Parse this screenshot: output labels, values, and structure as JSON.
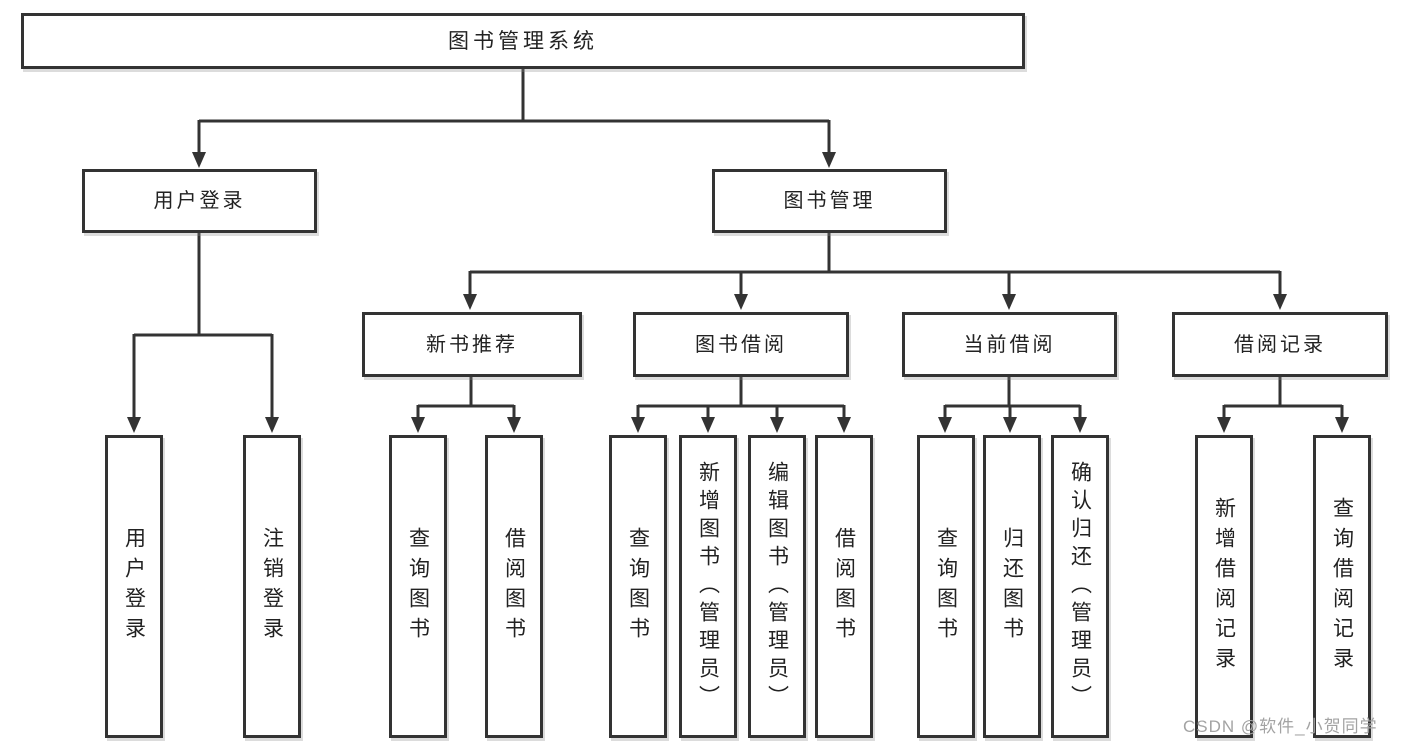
{
  "colors": {
    "line": "#333333",
    "text": "#222222",
    "box_background": "#ffffff",
    "page_background": "#ffffff",
    "watermark": "#a3a3a3"
  },
  "diagram": {
    "type": "tree",
    "root": {
      "label": "图书管理系统"
    },
    "level2": [
      {
        "label": "用户登录",
        "parent": "图书管理系统"
      },
      {
        "label": "图书管理",
        "parent": "图书管理系统"
      }
    ],
    "level3": [
      {
        "label": "新书推荐",
        "parent": "图书管理"
      },
      {
        "label": "图书借阅",
        "parent": "图书管理"
      },
      {
        "label": "当前借阅",
        "parent": "图书管理"
      },
      {
        "label": "借阅记录",
        "parent": "图书管理"
      }
    ],
    "leaves": [
      {
        "label": "用户登录",
        "parent": "用户登录"
      },
      {
        "label": "注销登录",
        "parent": "用户登录"
      },
      {
        "label": "查询图书",
        "parent": "新书推荐"
      },
      {
        "label": "借阅图书",
        "parent": "新书推荐"
      },
      {
        "label": "查询图书",
        "parent": "图书借阅"
      },
      {
        "label": "新增图书（管理员）",
        "parent": "图书借阅"
      },
      {
        "label": "编辑图书（管理员）",
        "parent": "图书借阅"
      },
      {
        "label": "借阅图书",
        "parent": "图书借阅"
      },
      {
        "label": "查询图书",
        "parent": "当前借阅"
      },
      {
        "label": "归还图书",
        "parent": "当前借阅"
      },
      {
        "label": "确认归还（管理员）",
        "parent": "当前借阅"
      },
      {
        "label": "新增借阅记录",
        "parent": "借阅记录"
      },
      {
        "label": "查询借阅记录",
        "parent": "借阅记录"
      }
    ]
  },
  "watermark": {
    "text": "CSDN @软件_小贺同学"
  }
}
